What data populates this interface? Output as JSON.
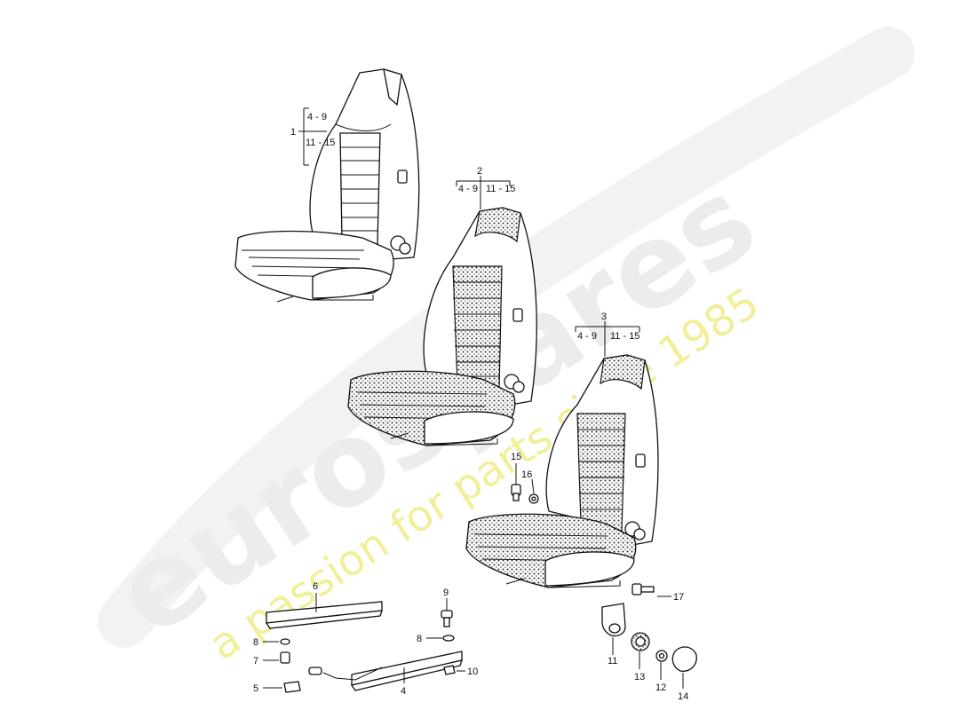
{
  "watermark": {
    "logo_text": "eurospares",
    "tagline": "a passion for parts since 1985",
    "logo_color": "#ececec",
    "tagline_color": "#f1ef9a"
  },
  "callouts": {
    "seat_1": {
      "number": "1",
      "upper_range": "4 - 9",
      "lower_range": "11 - 15"
    },
    "seat_2": {
      "number": "2",
      "left_range": "4 - 9",
      "right_range": "11 - 15"
    },
    "seat_3": {
      "number": "3",
      "left_range": "4 - 9",
      "right_range": "11 - 15"
    },
    "parts": {
      "p4": "4",
      "p5": "5",
      "p6": "6",
      "p7": "7",
      "p8a": "8",
      "p8b": "8",
      "p9": "9",
      "p10": "10",
      "p11": "11",
      "p12": "12",
      "p13": "13",
      "p14": "14",
      "p15": "15",
      "p16": "16",
      "p17": "17"
    }
  },
  "colors": {
    "line": "#111111",
    "pattern": "#333333"
  }
}
